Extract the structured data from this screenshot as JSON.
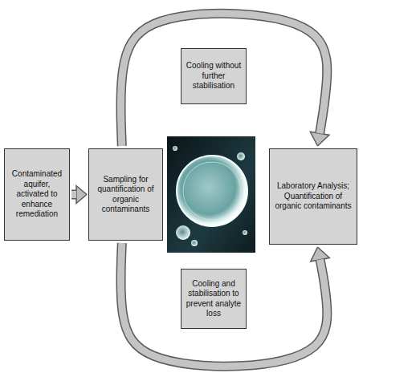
{
  "diagram": {
    "nodes": [
      {
        "text": [
          "Contaminated aquifer, activated to enhance remediation"
        ]
      },
      {
        "text": [
          "Sampling for quantification of organic contaminants"
        ]
      },
      {
        "text": [
          "Cooling without further stabilisation"
        ]
      },
      {
        "text": [
          "Cooling and stabilisation to prevent analyte loss"
        ]
      },
      {
        "text": [
          "Laboratory Analysis; Quantification of organic contaminants"
        ]
      }
    ],
    "edges": [
      {
        "from": 0,
        "to": 1,
        "arrow": "to"
      },
      {
        "from": 1,
        "to": 4,
        "arrow": "to"
      },
      {
        "from": 1,
        "to": 4,
        "arrow": "to"
      }
    ]
  }
}
